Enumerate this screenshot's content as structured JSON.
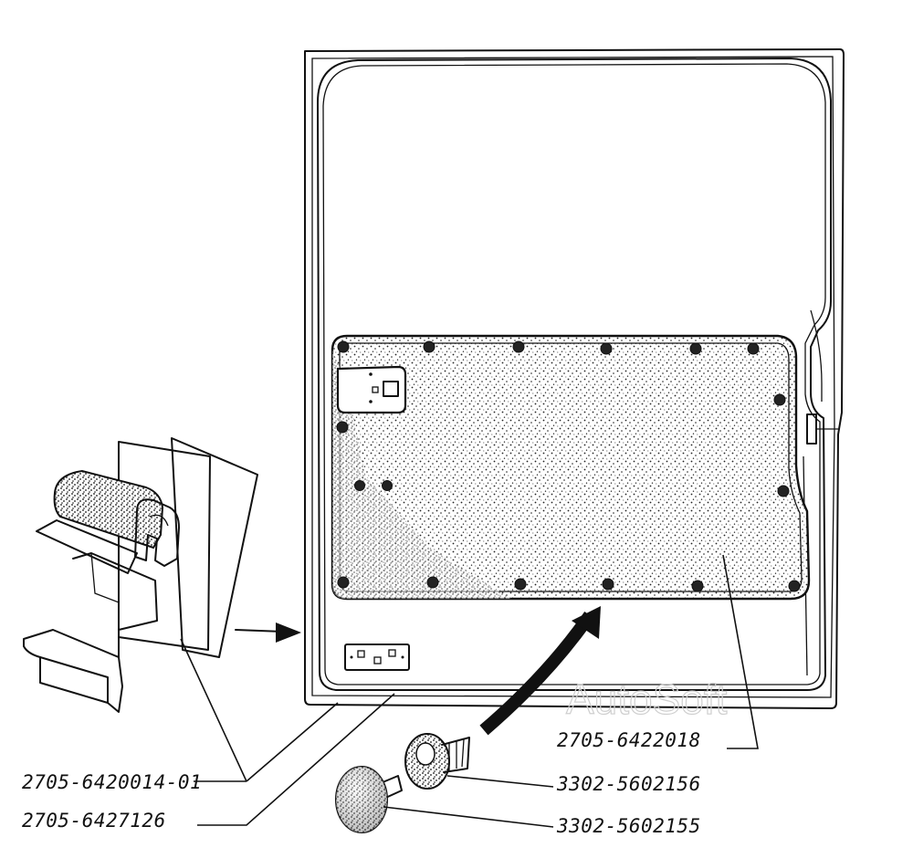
{
  "labels": {
    "seal_clip": "2705-6420014-01",
    "door_seal": "2705-6427126",
    "trim_panel": "2705-6422018",
    "clip_large": "3302-5602156",
    "clip_small": "3302-5602155"
  },
  "watermark": "AutoSoft"
}
